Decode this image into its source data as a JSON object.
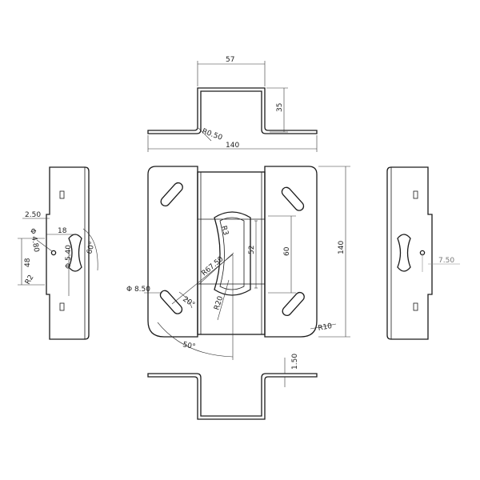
{
  "dimensions": {
    "top_width": "57",
    "top_height": "35",
    "top_bend_radius": "R0.50",
    "top_overall": "140",
    "side_offset": "2.50",
    "slot_spacing": "18",
    "hole_diameter": "Φ 4.80",
    "slot_width": "Φ 5.40",
    "side_height": "48",
    "side_radius": "R2",
    "slot_angle": "60°",
    "inner_radius": "R3",
    "inner_height": "52",
    "inner_height_outer": "60",
    "overall_height": "140",
    "arc_radius": "R67.50",
    "small_hole": "Φ 8.50",
    "slot_angle_small": "20°",
    "fillet_radius": "R20",
    "corner_radius": "R10",
    "sweep_angle": "50°",
    "right_offset": "7.50",
    "thickness": "1.50"
  }
}
